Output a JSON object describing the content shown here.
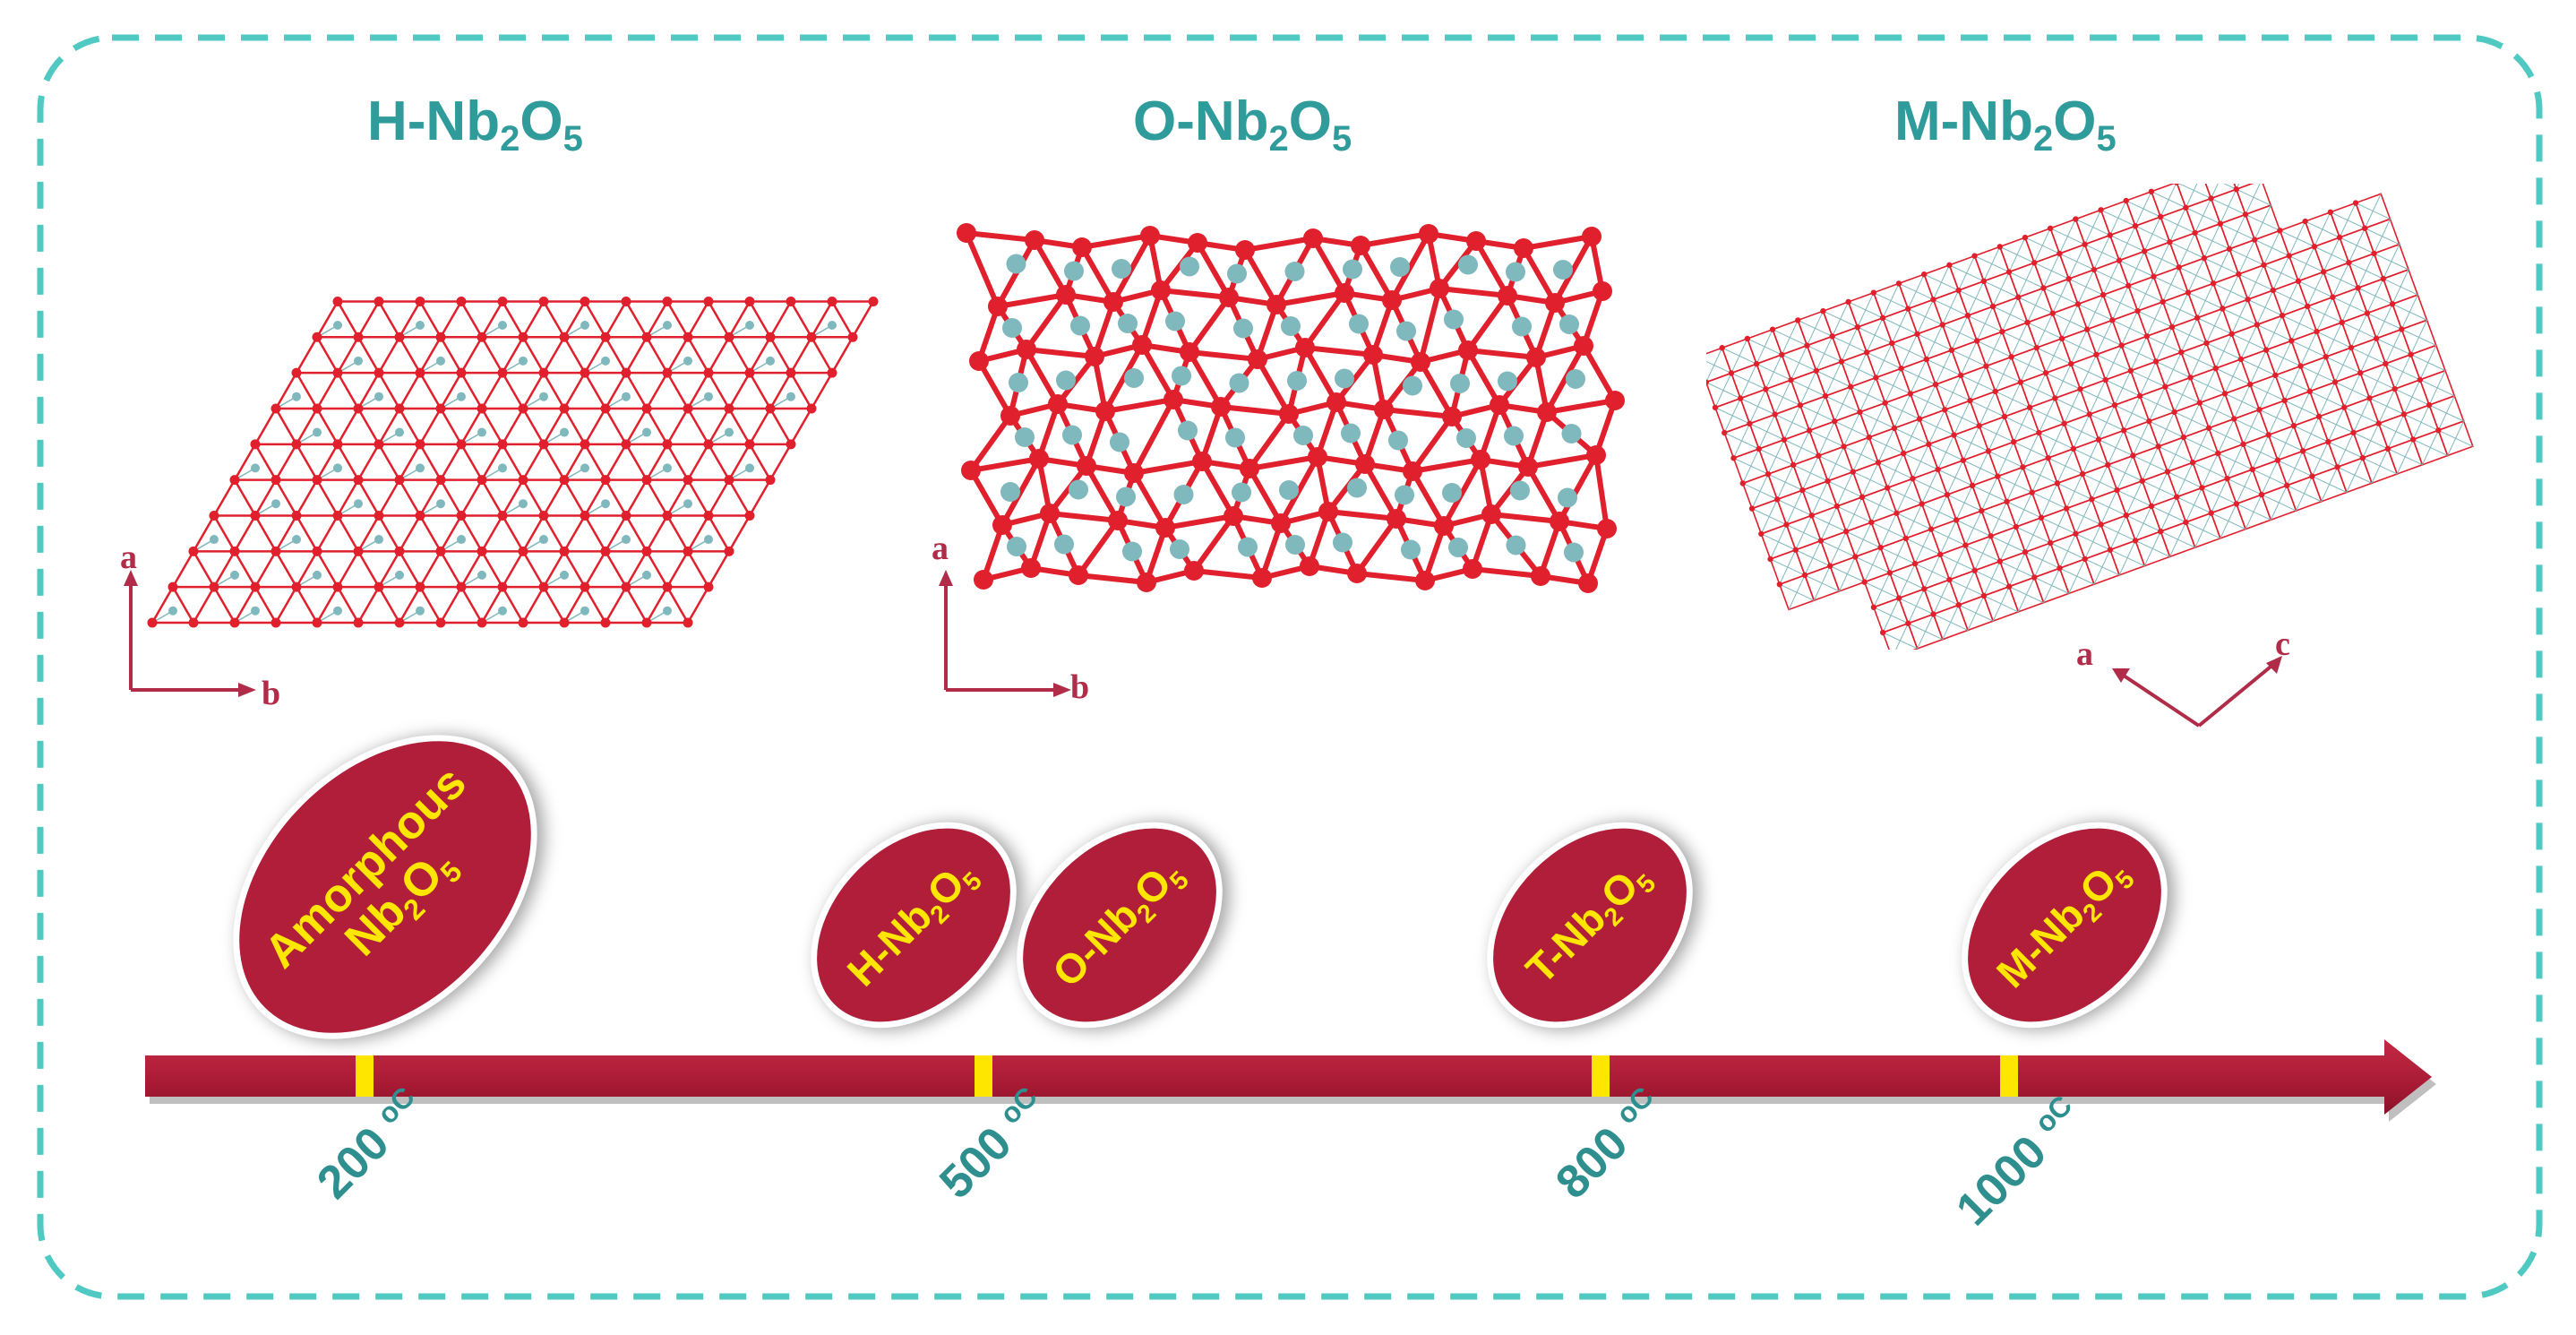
{
  "structures": [
    {
      "label": "H-Nb",
      "s1": "2",
      "mid": "O",
      "s2": "5",
      "axes": [
        "a",
        "b"
      ]
    },
    {
      "label": "O-Nb",
      "s1": "2",
      "mid": "O",
      "s2": "5",
      "axes": [
        "a",
        "b"
      ]
    },
    {
      "label": "M-Nb",
      "s1": "2",
      "mid": "O",
      "s2": "5",
      "axes": [
        "a",
        "c"
      ]
    }
  ],
  "phases": [
    {
      "line1": "Amorphous",
      "line2a": "Nb",
      "s1": "2",
      "line2b": "O",
      "s2": "5"
    },
    {
      "pre": "H-Nb",
      "s1": "2",
      "mid": "O",
      "s2": "5"
    },
    {
      "pre": "O-Nb",
      "s1": "2",
      "mid": "O",
      "s2": "5"
    },
    {
      "pre": "T-Nb",
      "s1": "2",
      "mid": "O",
      "s2": "5"
    },
    {
      "pre": "M-Nb",
      "s1": "2",
      "mid": "O",
      "s2": "5"
    }
  ],
  "temperatures": [
    {
      "value": "200",
      "unit": "oC"
    },
    {
      "value": "500",
      "unit": "oC"
    },
    {
      "value": "800",
      "unit": "oC"
    },
    {
      "value": "1000",
      "unit": "oC"
    }
  ],
  "colors": {
    "frame": "#4fc9c2",
    "arrow": "#b01e3a",
    "tick": "#ffe600",
    "atom_o": "#e0202c",
    "atom_nb": "#7fb8bd",
    "title": "#2f9b9b"
  }
}
